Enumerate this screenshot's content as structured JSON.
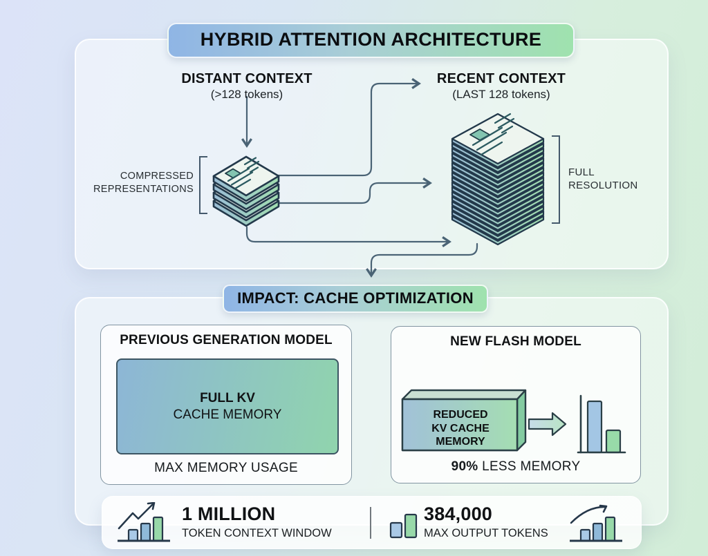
{
  "title": "HYBRID ATTENTION ARCHITECTURE",
  "architecture": {
    "distant": {
      "label": "DISTANT CONTEXT",
      "sub": "(>128 tokens)"
    },
    "recent": {
      "label": "RECENT CONTEXT",
      "sub": "(LAST 128 tokens)"
    },
    "compressed": {
      "line1": "COMPRESSED",
      "line2": "REPRESENTATIONS"
    },
    "full_resolution": {
      "line1": "FULL",
      "line2": "RESOLUTION"
    }
  },
  "impact": {
    "title": "IMPACT: CACHE OPTIMIZATION",
    "previous": {
      "title": "PREVIOUS GENERATION MODEL",
      "box_line1": "FULL KV",
      "box_line2": "CACHE MEMORY",
      "caption": "MAX MEMORY USAGE"
    },
    "flash": {
      "title": "NEW FLASH MODEL",
      "box_line1": "REDUCED",
      "box_line2": "KV CACHE",
      "box_line3": "MEMORY",
      "stat": "90%",
      "stat_label": " LESS MEMORY"
    }
  },
  "stats": {
    "context_window": {
      "value": "1 MILLION",
      "label": "TOKEN CONTEXT WINDOW"
    },
    "output_tokens": {
      "value": "384,000",
      "label": "MAX OUTPUT TOKENS"
    }
  },
  "colors": {
    "accent-blue": "#8fb5e5",
    "accent-green": "#9fe2ae",
    "slab-blue": "#9bbdd6",
    "slab-green": "#a2ddb0",
    "bar-blue": "#a3c6e4",
    "bar-green": "#98dba9",
    "outline": "#23394b",
    "connector": "#4a6375"
  }
}
